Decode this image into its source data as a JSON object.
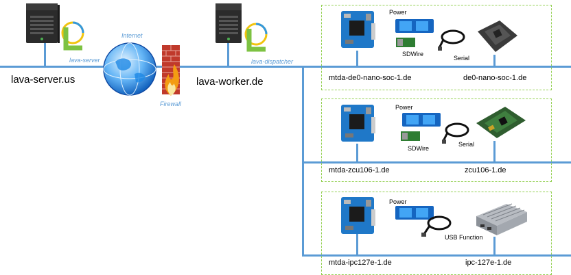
{
  "hosts": {
    "server": "lava-server.us",
    "worker": "lava-worker.de"
  },
  "services": {
    "server": "lava-server",
    "dispatcher": "lava-dispatcher",
    "internet": "Internet",
    "firewall": "Firewall"
  },
  "groups": [
    {
      "mtda": "mtda-de0-nano-soc-1.de",
      "target": "de0-nano-soc-1.de",
      "power": "Power",
      "sdwire": "SDWire",
      "cable": "Serial"
    },
    {
      "mtda": "mtda-zcu106-1.de",
      "target": "zcu106-1.de",
      "power": "Power",
      "sdwire": "SDWire",
      "cable": "Serial"
    },
    {
      "mtda": "mtda-ipc127e-1.de",
      "target": "ipc-127e-1.de",
      "power": "Power",
      "cable": "USB Function"
    }
  ],
  "colors": {
    "network": "#5b9bd5",
    "group_border": "#92d050",
    "firewall": "#c0392b"
  }
}
